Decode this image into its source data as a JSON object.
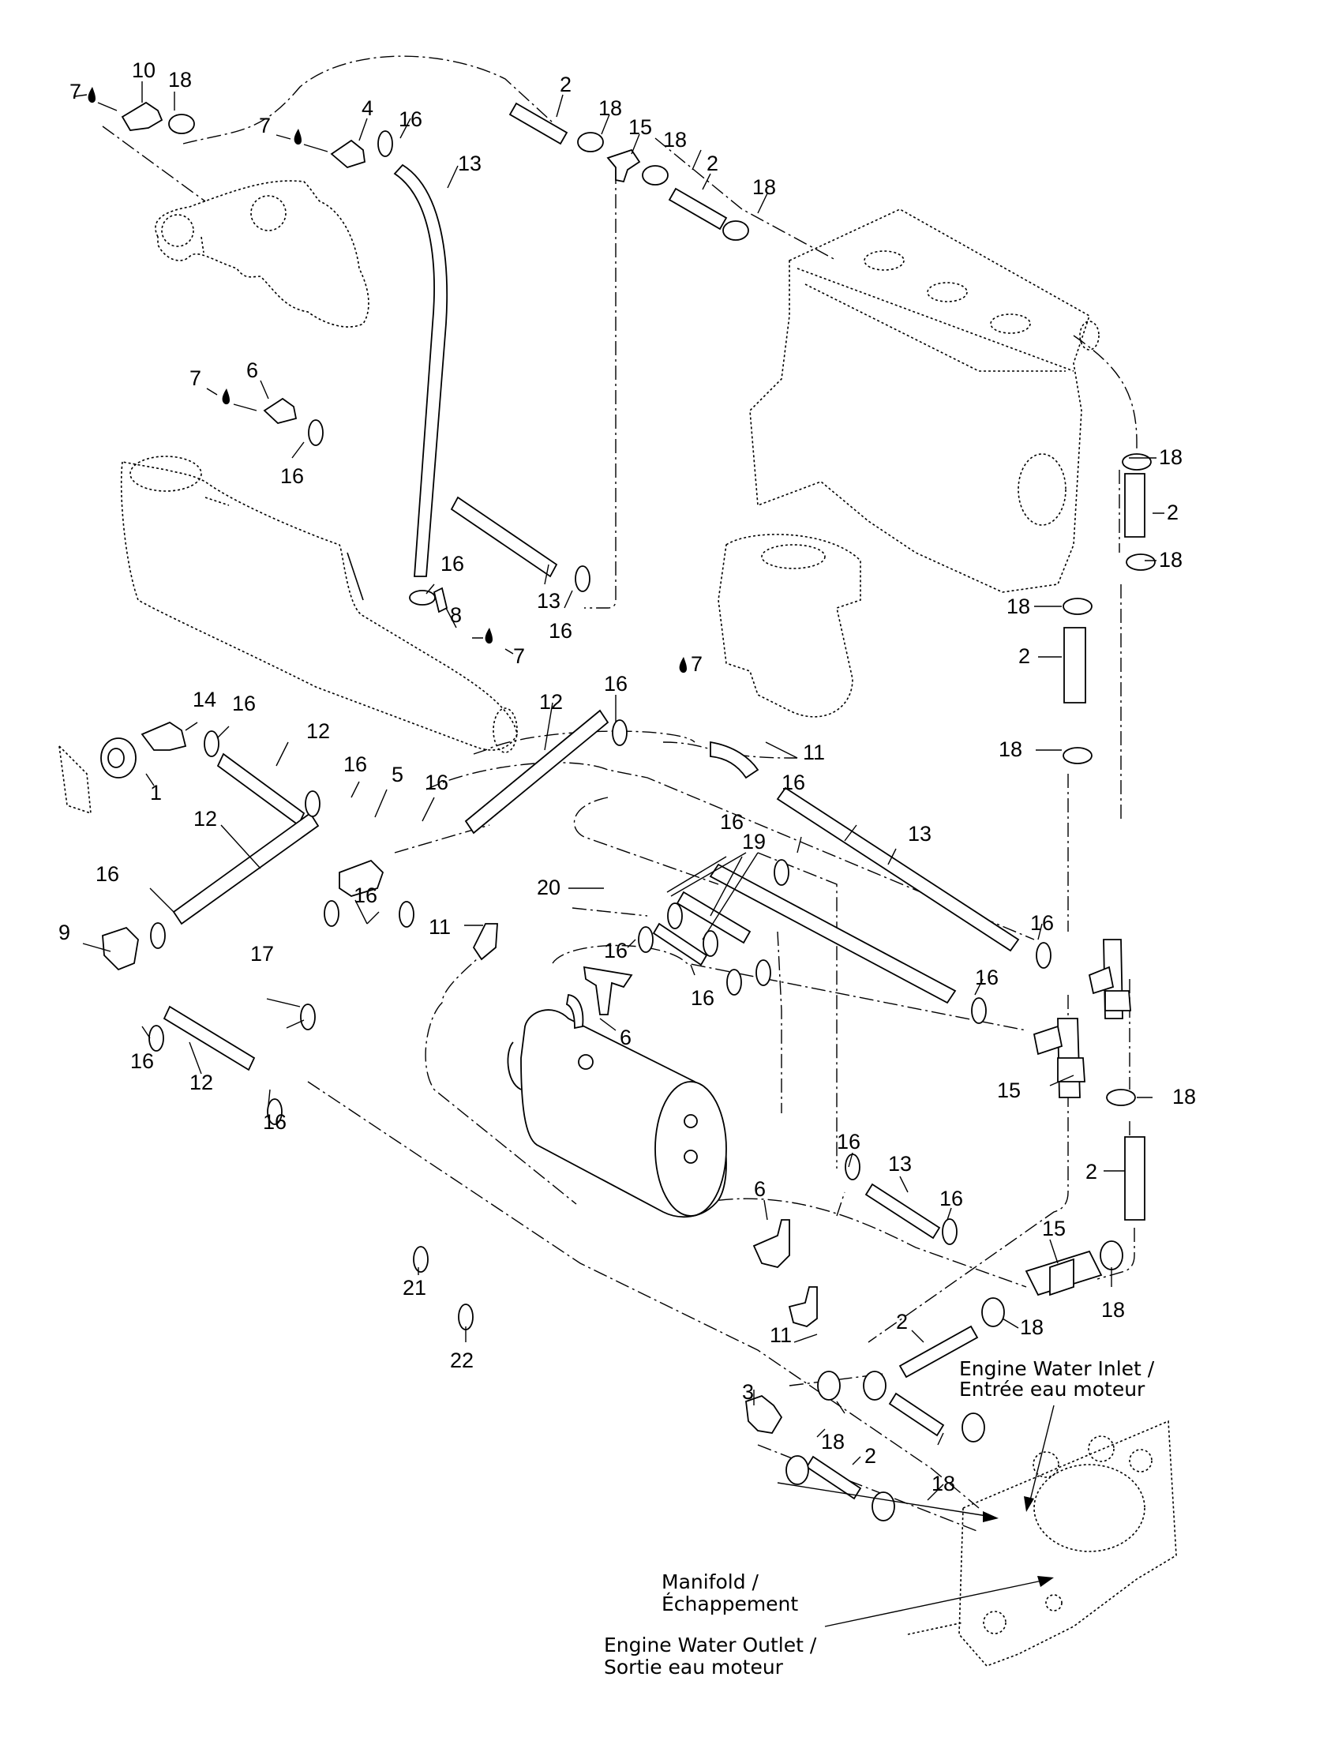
{
  "diagram": {
    "title": "Cooling system exploded parts diagram",
    "callouts": [
      {
        "id": "c10",
        "text": "10"
      },
      {
        "id": "c18a",
        "text": "18"
      },
      {
        "id": "c7a",
        "text": "7"
      },
      {
        "id": "c4",
        "text": "4"
      },
      {
        "id": "c7b",
        "text": "7"
      },
      {
        "id": "c16a",
        "text": "16"
      },
      {
        "id": "c13a",
        "text": "13"
      },
      {
        "id": "c2a",
        "text": "2"
      },
      {
        "id": "c18b",
        "text": "18"
      },
      {
        "id": "c15a",
        "text": "15"
      },
      {
        "id": "c18c",
        "text": "18"
      },
      {
        "id": "c2b",
        "text": "2"
      },
      {
        "id": "c18d",
        "text": "18"
      },
      {
        "id": "c7c",
        "text": "7"
      },
      {
        "id": "c6a",
        "text": "6"
      },
      {
        "id": "c16b",
        "text": "16"
      },
      {
        "id": "c18e",
        "text": "18"
      },
      {
        "id": "c2c",
        "text": "2"
      },
      {
        "id": "c18f",
        "text": "18"
      },
      {
        "id": "c16c",
        "text": "16"
      },
      {
        "id": "c13b",
        "text": "13"
      },
      {
        "id": "c16d",
        "text": "16"
      },
      {
        "id": "c8",
        "text": "8"
      },
      {
        "id": "c7d",
        "text": "7"
      },
      {
        "id": "c18g",
        "text": "18"
      },
      {
        "id": "c2d",
        "text": "2"
      },
      {
        "id": "c7e",
        "text": "7"
      },
      {
        "id": "c16e",
        "text": "16"
      },
      {
        "id": "c12a",
        "text": "12"
      },
      {
        "id": "c11a",
        "text": "11"
      },
      {
        "id": "c18h",
        "text": "18"
      },
      {
        "id": "c14",
        "text": "14"
      },
      {
        "id": "c16f",
        "text": "16"
      },
      {
        "id": "c12b",
        "text": "12"
      },
      {
        "id": "c1",
        "text": "1"
      },
      {
        "id": "c16g",
        "text": "16"
      },
      {
        "id": "c5",
        "text": "5"
      },
      {
        "id": "c16h",
        "text": "16"
      },
      {
        "id": "c12c",
        "text": "12"
      },
      {
        "id": "c16i",
        "text": "16"
      },
      {
        "id": "c16j",
        "text": "16"
      },
      {
        "id": "c9",
        "text": "9"
      },
      {
        "id": "c17",
        "text": "17"
      },
      {
        "id": "c16k",
        "text": "16"
      },
      {
        "id": "c13c",
        "text": "13"
      },
      {
        "id": "c16l",
        "text": "16"
      },
      {
        "id": "c19",
        "text": "19"
      },
      {
        "id": "c20",
        "text": "20"
      },
      {
        "id": "c11b",
        "text": "11"
      },
      {
        "id": "c16m",
        "text": "16"
      },
      {
        "id": "c16n",
        "text": "16"
      },
      {
        "id": "c16o",
        "text": "16"
      },
      {
        "id": "c16p",
        "text": "16"
      },
      {
        "id": "c6b",
        "text": "6"
      },
      {
        "id": "c15b",
        "text": "15"
      },
      {
        "id": "c18i",
        "text": "18"
      },
      {
        "id": "c16q",
        "text": "16"
      },
      {
        "id": "c12d",
        "text": "12"
      },
      {
        "id": "c16r",
        "text": "16"
      },
      {
        "id": "c2e",
        "text": "2"
      },
      {
        "id": "c16s",
        "text": "16"
      },
      {
        "id": "c13d",
        "text": "13"
      },
      {
        "id": "c16t",
        "text": "16"
      },
      {
        "id": "c6c",
        "text": "6"
      },
      {
        "id": "c15c",
        "text": "15"
      },
      {
        "id": "c18j",
        "text": "18"
      },
      {
        "id": "c21",
        "text": "21"
      },
      {
        "id": "c22",
        "text": "22"
      },
      {
        "id": "c11c",
        "text": "11"
      },
      {
        "id": "c2f",
        "text": "2"
      },
      {
        "id": "c18k",
        "text": "18"
      },
      {
        "id": "c3",
        "text": "3"
      },
      {
        "id": "c18l",
        "text": "18"
      },
      {
        "id": "c2g",
        "text": "2"
      },
      {
        "id": "c18m",
        "text": "18"
      }
    ],
    "annotations": {
      "engine_water_inlet": [
        "Engine Water Inlet /",
        "Entrée eau moteur"
      ],
      "manifold": [
        "Manifold /",
        "Échappement"
      ],
      "engine_water_outlet": [
        "Engine Water Outlet /",
        "Sortie eau moteur"
      ]
    },
    "legend_symbols": {
      "sealant_drop": "sealant-drop-icon"
    }
  }
}
